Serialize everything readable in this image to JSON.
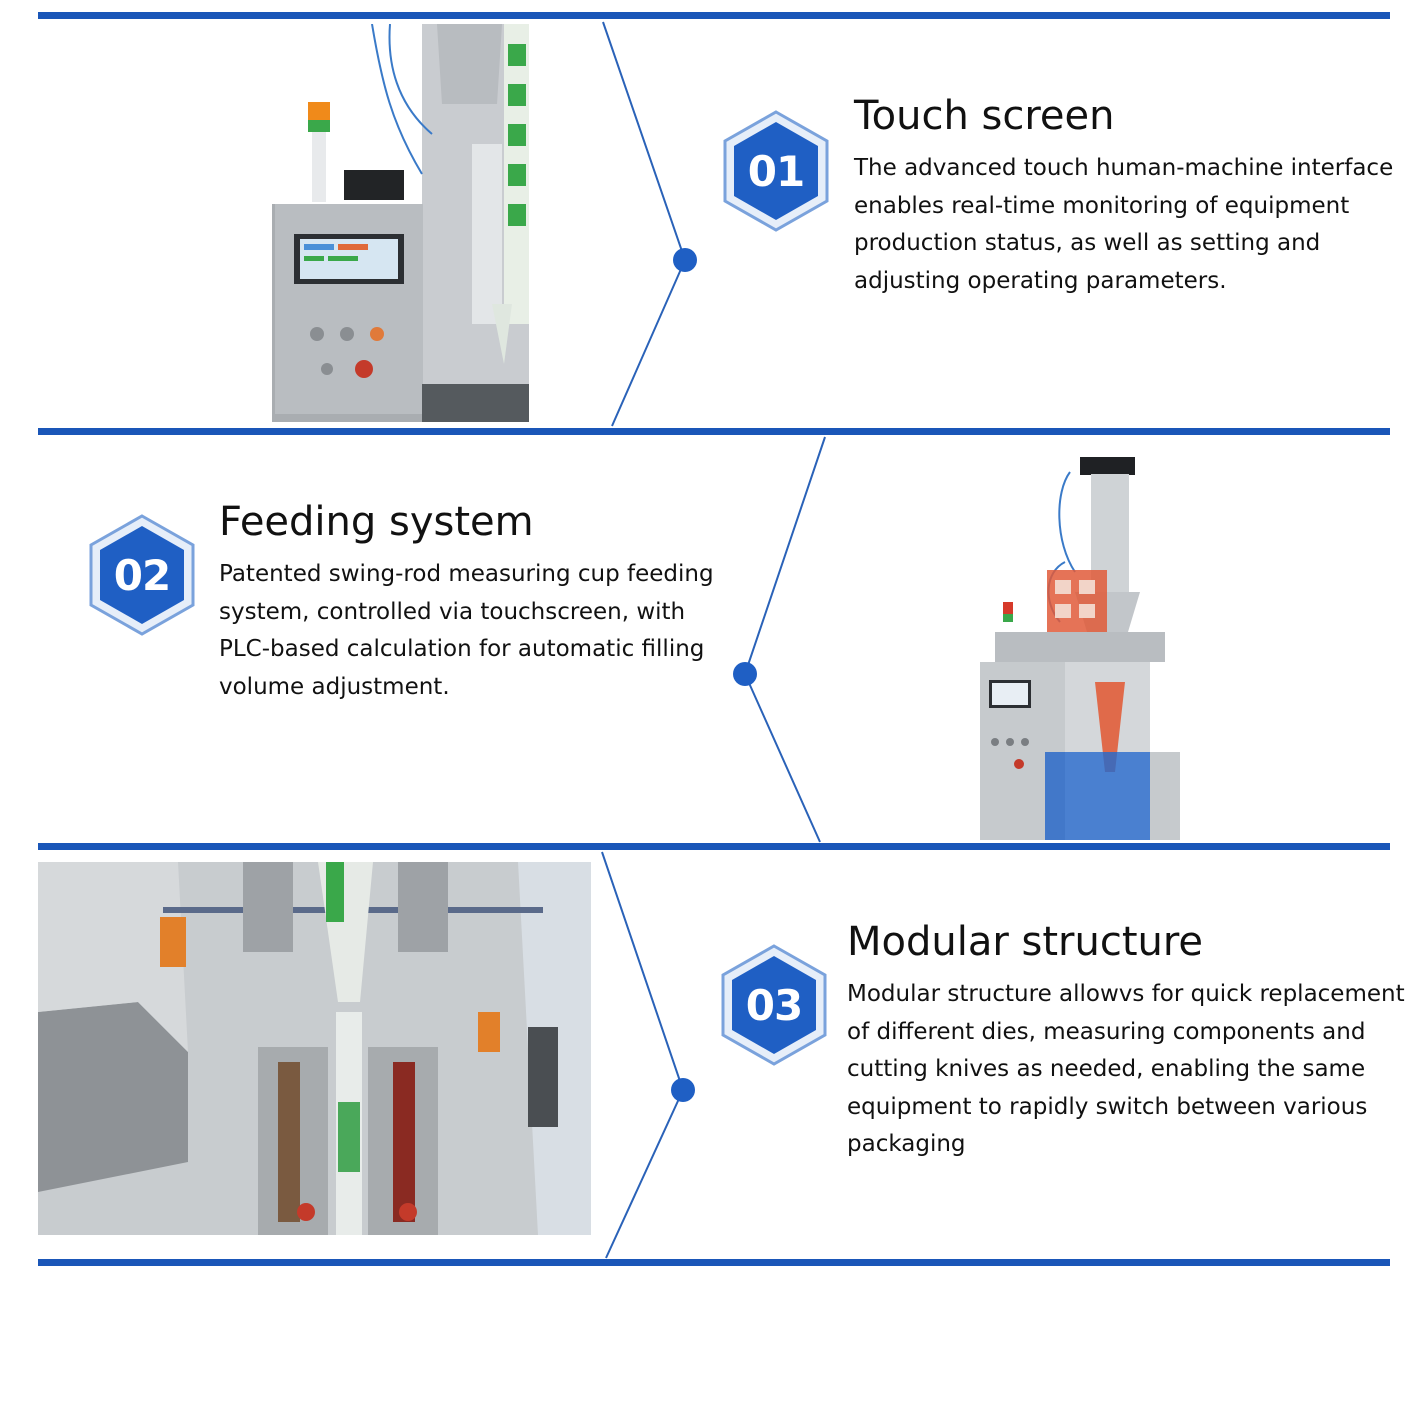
{
  "features": [
    {
      "number": "01",
      "title": "Touch screen",
      "description": "The advanced touch human-machine interface\nenables real-time monitoring of equipment\nproduction status, as well as setting and\nadjusting operating parameters.",
      "photo_icon": "touch-screen-control-panel-photo"
    },
    {
      "number": "02",
      "title": "Feeding system",
      "description": "Patented swing-rod measuring cup feeding\nsystem, controlled via touchscreen, with\nPLC-based calculation for automatic filling\nvolume adjustment.",
      "photo_icon": "packaging-machine-photo"
    },
    {
      "number": "03",
      "title": "Modular structure",
      "description": "Modular structure allowvs for quick replacement\n of different dies, measuring components and\ncutting knives as needed, enabling the same\nequipment to rapidly switch between various\npackaging",
      "photo_icon": "sealing-module-photo"
    }
  ],
  "colors": {
    "accent_blue": "#1a56b8",
    "badge_blue": "#1f5fc4",
    "line_blue": "#2a62b8"
  }
}
